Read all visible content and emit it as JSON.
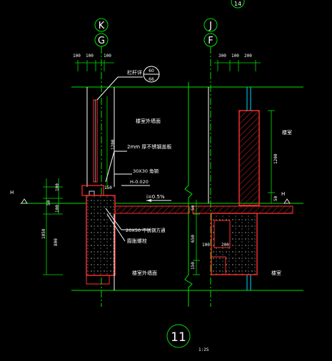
{
  "axes": {
    "left_top": "K",
    "left_bottom": "G",
    "right_top": "J",
    "right_bottom": "F",
    "top_right_index": "14"
  },
  "dims_top_left": [
    "100",
    "100",
    "100"
  ],
  "dims_top_right": [
    "300",
    "100",
    "200"
  ],
  "dims_left_vertical": [
    "100",
    "50",
    "100",
    "1050",
    "800"
  ],
  "dims_mid_vertical": [
    "1200",
    "150",
    "50"
  ],
  "dims_right_vertical": [
    "50",
    "650",
    "150",
    "100",
    "200"
  ],
  "dims_far_right_vertical": [
    "1200",
    "50"
  ],
  "labels": {
    "railing_label": "栏杆详",
    "railing_ref_top": "60",
    "railing_ref_bottom": "66",
    "outdoor_upper": "楼室外墙面",
    "steel_plate": "2mm  厚不锈钢盖板",
    "angle_steel": "30X30  角钢",
    "elevation": "H-0.020",
    "slope": "i=0.5%",
    "steel_tube": "20X50  不锈钢方通",
    "expansion_bolt": "膨胀螺栓",
    "outdoor_lower": "楼室外墙面",
    "room_upper": "楼室",
    "room_lower": "楼室",
    "h_left": "H",
    "h_right": "H"
  },
  "detail_number": "11",
  "detail_scale": "1:25",
  "colors": {
    "grid": "#00e000",
    "wall": "#ff3030",
    "text": "#ffffff",
    "glass": "#00d8ff",
    "background": "#000000"
  }
}
